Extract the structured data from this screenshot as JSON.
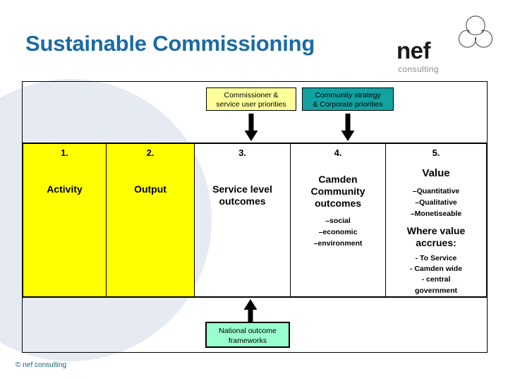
{
  "header": {
    "title": "Sustainable Commissioning",
    "title_color": "#1a6ba4",
    "logo": {
      "wordmark": "nef",
      "subword": "consulting",
      "mark_name": "trefoil-cloud-mark"
    }
  },
  "priority_boxes": [
    {
      "id": "commissioner",
      "line1": "Commissioner &",
      "line2": "service user priorities",
      "fill": "#ffff99"
    },
    {
      "id": "community",
      "line1": "Community strategy",
      "line2": "& Corporate priorities",
      "fill": "#13a2a2"
    }
  ],
  "matrix": {
    "columns": [
      {
        "number": "1.",
        "title": "Activity",
        "fill": "#ffff00"
      },
      {
        "number": "2.",
        "title": "Output",
        "fill": "#ffff00"
      },
      {
        "number": "3.",
        "title_line1": "Service level",
        "title_line2": "outcomes",
        "fill": "transparent"
      },
      {
        "number": "4.",
        "title_line1": "Camden",
        "title_line2": "Community",
        "title_line3": "outcomes",
        "sub_items": [
          "–social",
          "–economic",
          "–environment"
        ],
        "fill": "transparent"
      },
      {
        "number": "5.",
        "title": "Value",
        "sub_items": [
          "–Quantitative",
          "–Qualitative",
          "–Monetiseable"
        ],
        "sub_head_line1": "Where value",
        "sub_head_line2": "accrues:",
        "accrue_items": [
          "- To Service",
          "- Camden wide",
          "- central",
          "government"
        ],
        "fill": "transparent"
      }
    ]
  },
  "bottom_box": {
    "line1": "National outcome",
    "line2": "frameworks",
    "fill": "#99ffcc"
  },
  "footer": {
    "symbol": "©",
    "text": "nef consulting",
    "color": "#12637a"
  }
}
